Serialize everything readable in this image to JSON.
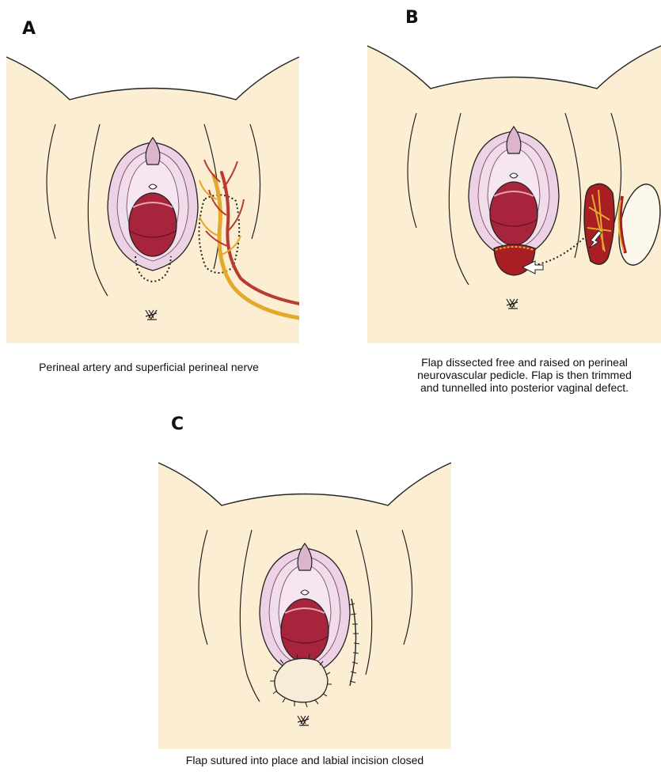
{
  "panels": [
    {
      "letter": "A",
      "caption": "Perineal artery and superficial perineal nerve"
    },
    {
      "letter": "B",
      "caption_lines": [
        "Flap dissected free and raised on perineal",
        "neurovascular pedicle. Flap is then trimmed",
        "and tunnelled into posterior vaginal defect."
      ]
    },
    {
      "letter": "C",
      "caption": "Flap sutured into place and labial incision closed"
    }
  ],
  "colors": {
    "skin": "#fbeed2",
    "labia": "#ecd2e4",
    "labia_inner": "#f6e6f1",
    "vaginal_opening": "#a8243c",
    "artery": "#b83a30",
    "nerve": "#e4a82a",
    "flap": "#a81e22",
    "outline": "#222222"
  }
}
